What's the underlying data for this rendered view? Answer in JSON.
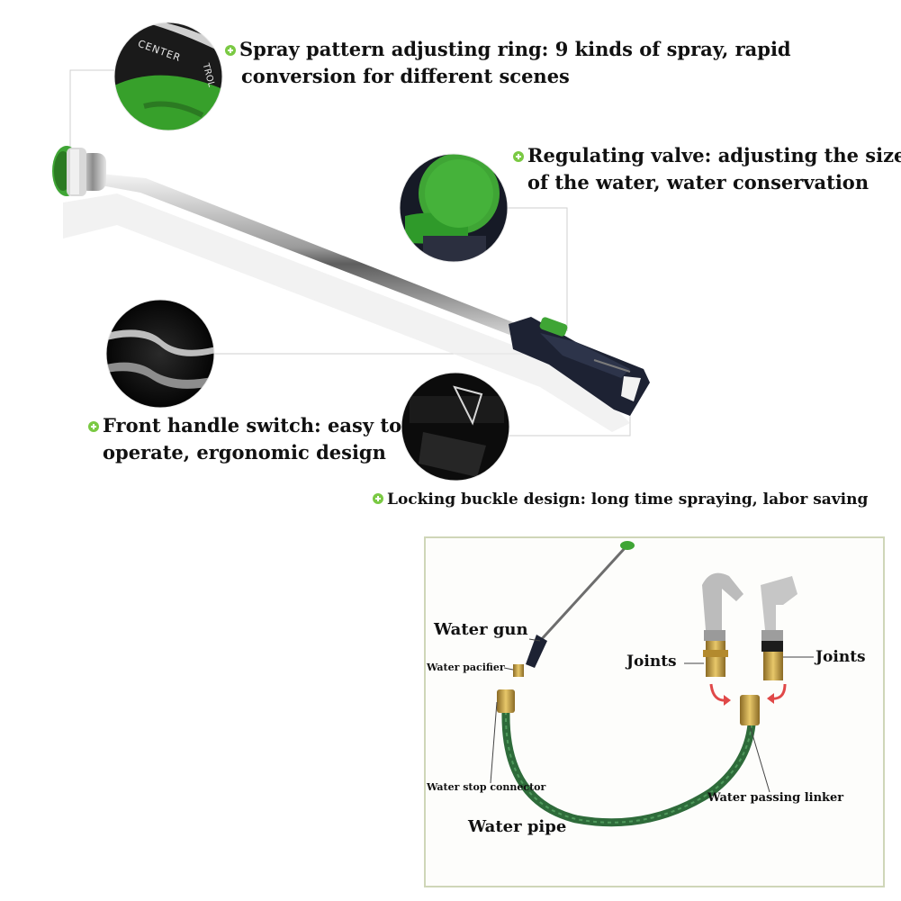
{
  "features": [
    {
      "id": "spray-ring",
      "line1": "Spray pattern adjusting ring: 9 kinds of spray, rapid",
      "line2": "conversion for different scenes"
    },
    {
      "id": "regulating-valve",
      "line1": "Regulating valve: adjusting the size",
      "line2": "of the water, water conservation"
    },
    {
      "id": "front-handle",
      "line1": "Front handle switch: easy to",
      "line2": "operate, ergonomic design"
    },
    {
      "id": "locking-buckle",
      "line1": "Locking buckle design: long time spraying, labor saving"
    }
  ],
  "detail_brand_text": "CENTER",
  "detail_brand_text2": "TROL",
  "diagram": {
    "labels": {
      "water_gun": "Water gun",
      "water_pacifier": "Water pacifier",
      "water_stop_connector": "Water stop connector",
      "water_pipe": "Water pipe",
      "joints_left": "Joints",
      "joints_right": "Joints",
      "water_passing_linker": "Water passing linker"
    }
  },
  "colors": {
    "accent_green": "#7ac943",
    "nozzle_green": "#3fa535",
    "hose_green": "#2e6b3a",
    "brass": "#c9a24a",
    "handle_dark": "#1d2233",
    "frame_border": "#cfd6b8"
  }
}
